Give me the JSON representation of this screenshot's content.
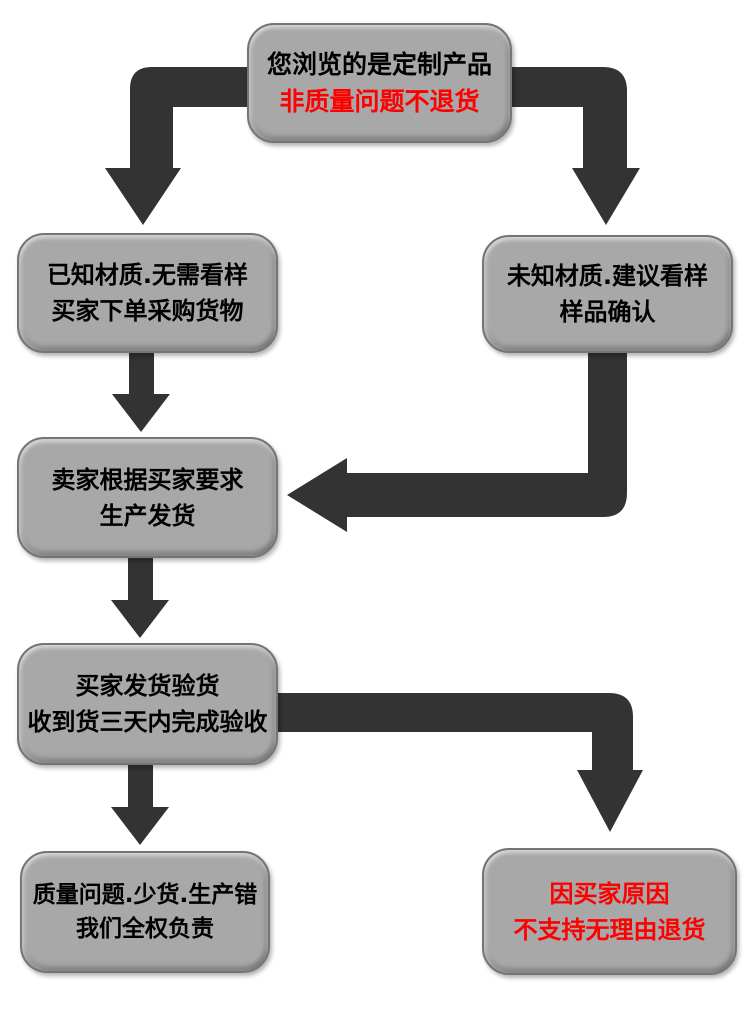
{
  "colors": {
    "box_fill": "#a8a8a8",
    "box_border": "#757575",
    "arrow": "#333333",
    "text": "#000000",
    "warning": "#fe0000",
    "page_bg": "#ffffff"
  },
  "nodes": {
    "top": {
      "line1": "您浏览的是定制产品",
      "line2": "非质量问题不退货"
    },
    "known": {
      "line1": "已知材质.无需看样",
      "line2": "买家下单采购货物"
    },
    "unknown": {
      "line1": "未知材质.建议看样",
      "line2": "样品确认"
    },
    "produce": {
      "line1": "卖家根据买家要求",
      "line2": "生产发货"
    },
    "inspect": {
      "line1": "买家发货验货",
      "line2": "收到货三天内完成验收"
    },
    "quality": {
      "line1": "质量问题.少货.生产错",
      "line2": "我们全权负责"
    },
    "buyer_reason": {
      "line1": "因买家原因",
      "line2": "不支持无理由退货"
    }
  },
  "arrows": [
    "arrow-top-to-known",
    "arrow-top-to-unknown",
    "arrow-known-to-produce",
    "arrow-unknown-to-produce",
    "arrow-produce-to-inspect",
    "arrow-inspect-to-quality",
    "arrow-inspect-to-buyer-reason"
  ]
}
